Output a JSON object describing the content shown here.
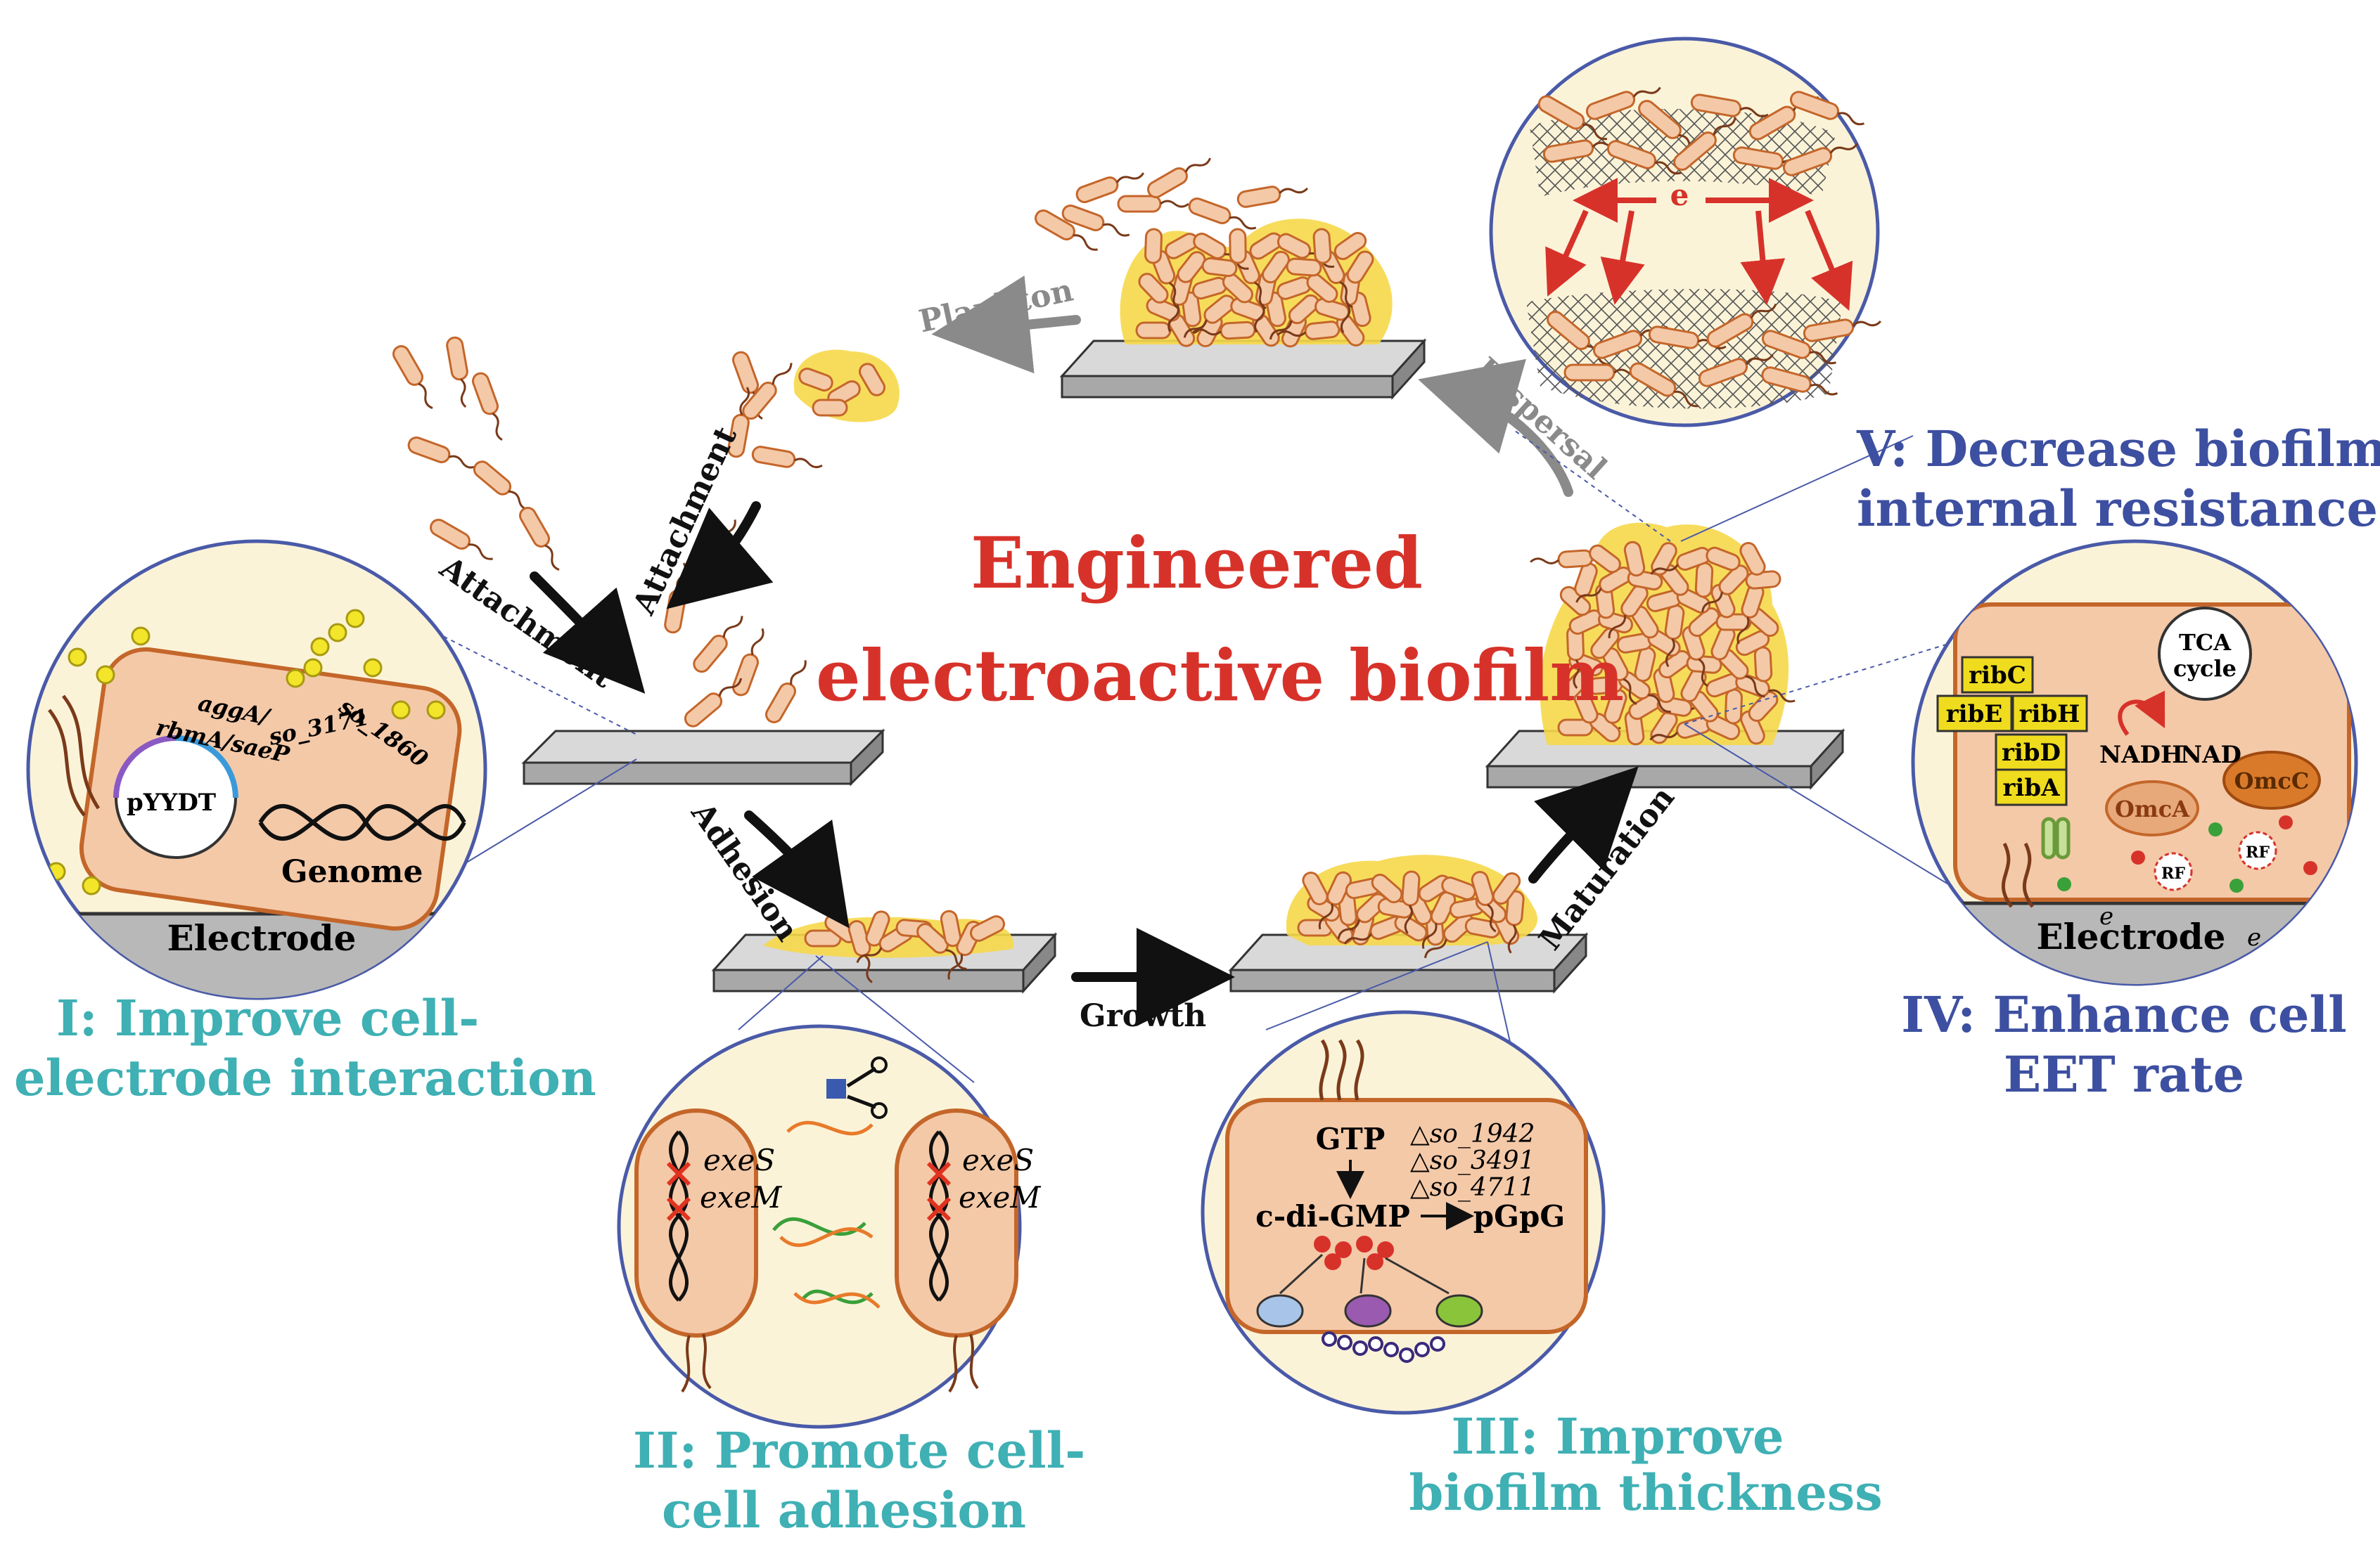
{
  "title": {
    "line1": "Engineered",
    "line2": "electroactive biofilm"
  },
  "steps": {
    "attachment_1": "Attachment",
    "attachment_2": "Attachment",
    "plankton": "Plankton",
    "dispersal": "Dispersal",
    "adhesion": "Adhesion",
    "growth": "Growth",
    "maturation": "Maturation"
  },
  "panels": {
    "I": {
      "line1": "I: Improve cell-",
      "line2": "electrode interaction",
      "electrode": "Electrode",
      "plasmid": "pYYDT",
      "genome": "Genome",
      "gene_a": "aggA/",
      "gene_b": "rbmA/saeP",
      "gene_c": "so_3171",
      "gene_d": "so_1860"
    },
    "II": {
      "line1": "II: Promote cell-",
      "line2": "cell adhesion",
      "g1": "exeS",
      "g2": "exeM",
      "g3": "exeS",
      "g4": "exeM"
    },
    "III": {
      "line1": "III: Improve",
      "line2": "biofilm thickness",
      "gtp": "GTP",
      "cdigmp": "c-di-GMP",
      "pgpg": "pGpG",
      "d1": "so_1942",
      "d2": "so_3491",
      "d3": "so_4711"
    },
    "IV": {
      "line1": "IV: Enhance cell",
      "line2": "EET rate",
      "electrode": "Electrode",
      "tca1": "TCA",
      "tca2": "cycle",
      "ribC": "ribC",
      "ribE": "ribE",
      "ribH": "ribH",
      "ribD": "ribD",
      "ribA": "ribA",
      "nadh": "NADH",
      "nad": "NAD",
      "omcA": "OmcA",
      "omcC": "OmcC",
      "rf": "RF",
      "e1": "e",
      "e2": "e"
    },
    "V": {
      "line1": "V: Decrease biofilm",
      "line2": "internal resistance",
      "e": "e"
    }
  },
  "colors": {
    "title": "#d7322a",
    "teal": "#3fb0b4",
    "blue": "#3d4fa0",
    "cell": "#f4c9a8",
    "biofilm": "#f6d84a",
    "cell_outline": "#c4662a",
    "circle_fill": "#fbf3d8"
  }
}
